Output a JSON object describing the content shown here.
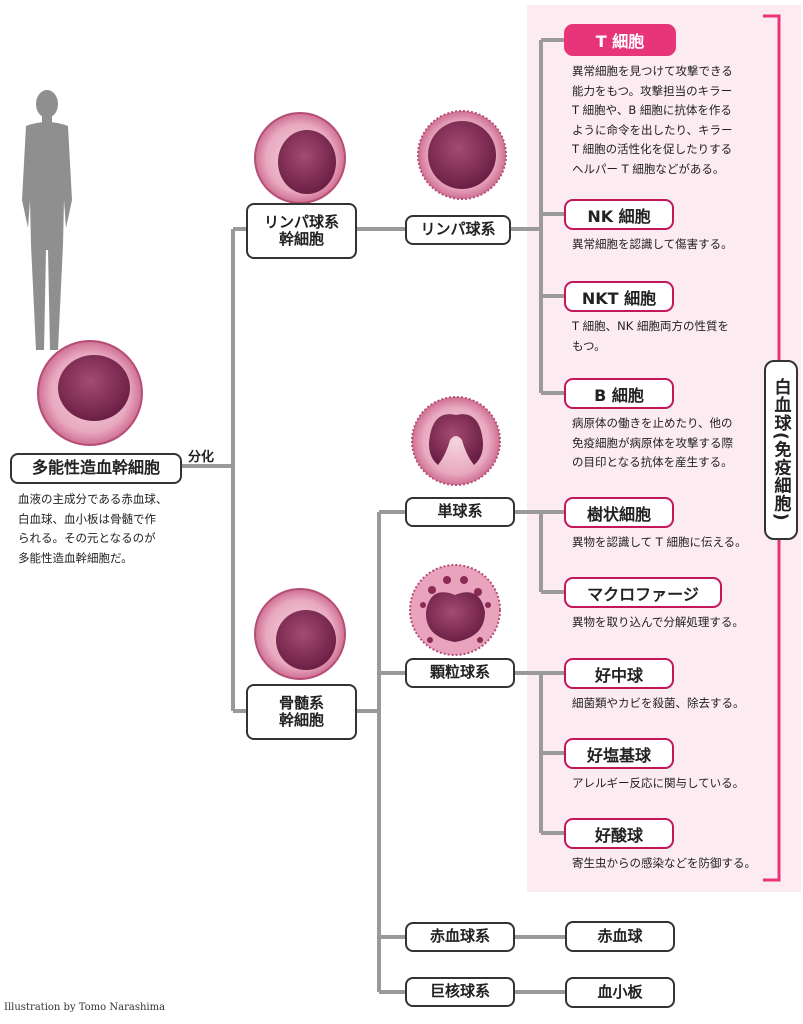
{
  "nodes": {
    "stem": "多能性造血幹細胞",
    "differentiation": "分化",
    "lymphoid_stem": "リンパ球系\n幹細胞",
    "lymphoid": "リンパ球系",
    "myeloid_stem": "骨髄系\n幹細胞",
    "monocyte": "単球系",
    "granulocyte": "顆粒球系",
    "erythroid": "赤血球系",
    "megakaryocyte": "巨核球系",
    "rbc": "赤血球",
    "platelet": "血小板"
  },
  "stem_desc": "血液の主成分である赤血球、\n白血球、血小板は骨髄で作\nられる。その元となるのが\n多能性造血幹細胞だ。",
  "wbc_label": "白血球(免疫細胞)",
  "cells": [
    {
      "name": "T 細胞",
      "desc": "異常細胞を見つけて攻撃できる\n能力をもつ。攻撃担当のキラー\nT 細胞や、B 細胞に抗体を作る\nように命令を出したり、キラー\nT 細胞の活性化を促したりする\nヘルパー T 細胞などがある。"
    },
    {
      "name": "NK 細胞",
      "desc": "異常細胞を認識して傷害する。"
    },
    {
      "name": "NKT 細胞",
      "desc": "T 細胞、NK 細胞両方の性質を\nもつ。"
    },
    {
      "name": "B 細胞",
      "desc": "病原体の働きを止めたり、他の\n免疫細胞が病原体を攻撃する際\nの目印となる抗体を産生する。"
    },
    {
      "name": "樹状細胞",
      "desc": "異物を認識して T 細胞に伝える。"
    },
    {
      "name": "マクロファージ",
      "desc": "異物を取り込んで分解処理する。"
    },
    {
      "name": "好中球",
      "desc": "細菌類やカビを殺菌、除去する。"
    },
    {
      "name": "好塩基球",
      "desc": "アレルギー反応に関与している。"
    },
    {
      "name": "好酸球",
      "desc": "寄生虫からの感染などを防御する。"
    }
  ],
  "credit": "Illustration by Tomo Narashima",
  "colors": {
    "accent": "#e8357a",
    "panel": "#fcebf1",
    "line": "#9a9a9a",
    "cell": "#c2587f"
  }
}
